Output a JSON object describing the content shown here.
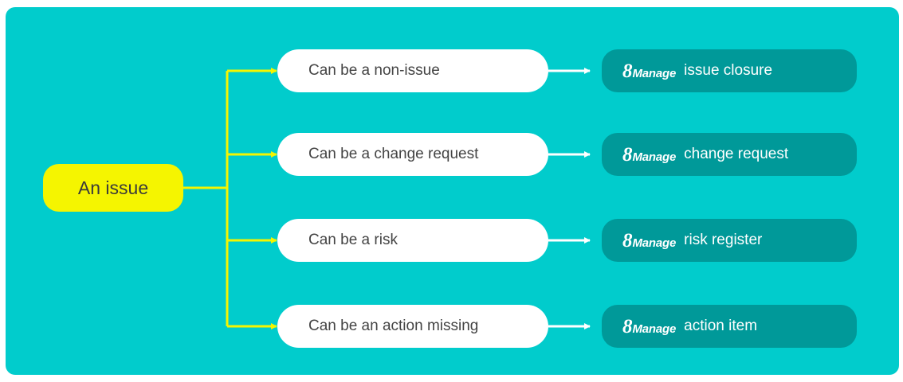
{
  "source": {
    "label": "An issue"
  },
  "brand": {
    "number": "8",
    "word": "Manage"
  },
  "branches": [
    {
      "case": "Can be a non-issue",
      "target": "issue closure"
    },
    {
      "case": "Can be a change request",
      "target": "change request"
    },
    {
      "case": "Can be a risk",
      "target": "risk register"
    },
    {
      "case": "Can be an action missing",
      "target": "action item"
    }
  ],
  "colors": {
    "panel": "#01cccc",
    "source_fill": "#f5f500",
    "connector": "#f5f500",
    "case_fill": "#ffffff",
    "target_fill": "#009999",
    "arrow_to_target": "#ffffff"
  }
}
